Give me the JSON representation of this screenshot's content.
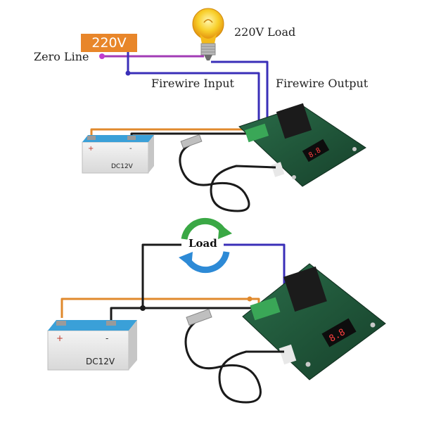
{
  "top": {
    "supply_label": "220V",
    "zero_line_label": "Zero Line",
    "load_label": "220V Load",
    "firewire_input_label": "Firewire Input",
    "firewire_output_label": "Firewire Output",
    "battery_label": "DC12V"
  },
  "bottom": {
    "load_label": "Load",
    "battery_label": "DC12V"
  },
  "colors": {
    "orange_wire": "#e0892c",
    "black_wire": "#1a1a1a",
    "blue_wire": "#3a2fb8",
    "purple_wire": "#a23bb5",
    "battery_top": "#3aa0d8",
    "board_green": "#1f5a3a",
    "relay_black": "#1b1b1b",
    "bulb_yellow": "#f6c21c"
  }
}
